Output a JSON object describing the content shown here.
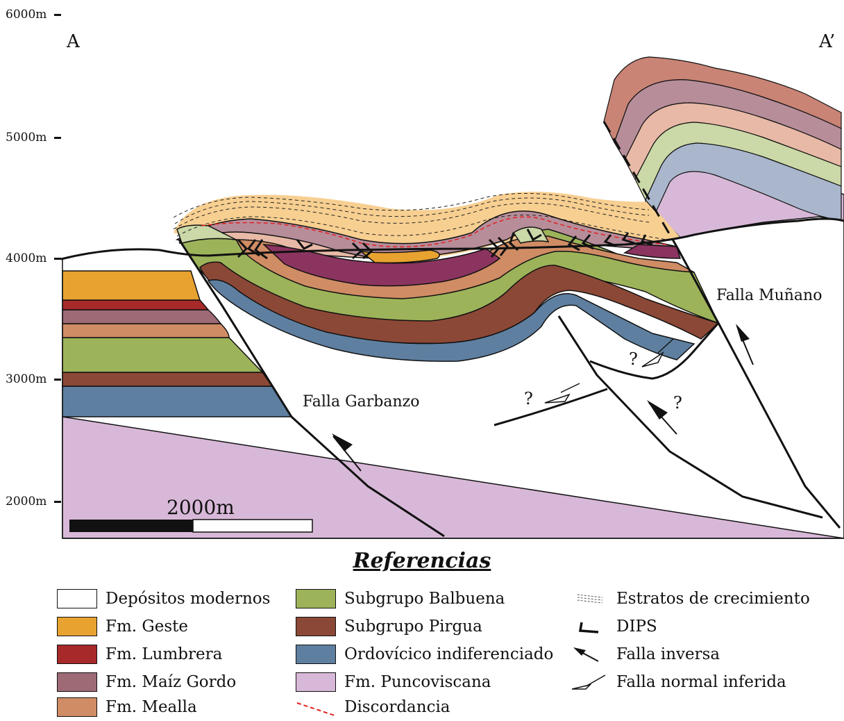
{
  "section": {
    "start_label": "A",
    "end_label": "A’",
    "scale_label": "2000m",
    "elevation_ticks": [
      "6000m",
      "5000m",
      "4000m",
      "3000m",
      "2000m"
    ],
    "fault_labels": {
      "garbanzo": "Falla Garbanzo",
      "munano": "Falla Muñano"
    },
    "question_mark": "?"
  },
  "colors": {
    "depositos_modernos": "#ffffff",
    "geste": "#e8a230",
    "lumbrera": "#a8292a",
    "maiz_gordo": "#9e6a76",
    "mealla": "#d08c64",
    "balbuena": "#9db35a",
    "pirgua": "#8c4836",
    "ordovicico": "#5e7fa0",
    "puncoviscana": "#d8b8d8",
    "discordancia": "#e02020",
    "growth_top": "#f7cf91",
    "maiz_light": "#b78d9a",
    "mealla_light": "#e7b9a6",
    "balbuena_light": "#cbd8a7",
    "ordovicico_light": "#a9b6cc"
  },
  "legend": {
    "title": "Referencias",
    "units": [
      {
        "label": "Depósitos modernos",
        "color": "#ffffff"
      },
      {
        "label": "Fm. Geste",
        "color": "#e8a230"
      },
      {
        "label": "Fm. Lumbrera",
        "color": "#a8292a"
      },
      {
        "label": "Fm. Maíz Gordo",
        "color": "#9e6a76"
      },
      {
        "label": "Fm. Mealla",
        "color": "#d08c64"
      },
      {
        "label": "Subgrupo Balbuena",
        "color": "#9db35a"
      },
      {
        "label": "Subgrupo Pirgua",
        "color": "#8c4836"
      },
      {
        "label": "Ordovícico indiferenciado",
        "color": "#5e7fa0"
      },
      {
        "label": "Fm. Puncoviscana",
        "color": "#d8b8d8"
      }
    ],
    "symbols": [
      {
        "label": "Discordancia",
        "icon": "dashed-red-line-icon"
      },
      {
        "label": "Estratos de crecimiento",
        "icon": "growth-strata-icon"
      },
      {
        "label": "DIPS",
        "icon": "dip-symbol-icon"
      },
      {
        "label": "Falla inversa",
        "icon": "reverse-fault-arrow-icon"
      },
      {
        "label": "Falla normal inferida",
        "icon": "normal-fault-half-arrow-icon"
      }
    ]
  }
}
